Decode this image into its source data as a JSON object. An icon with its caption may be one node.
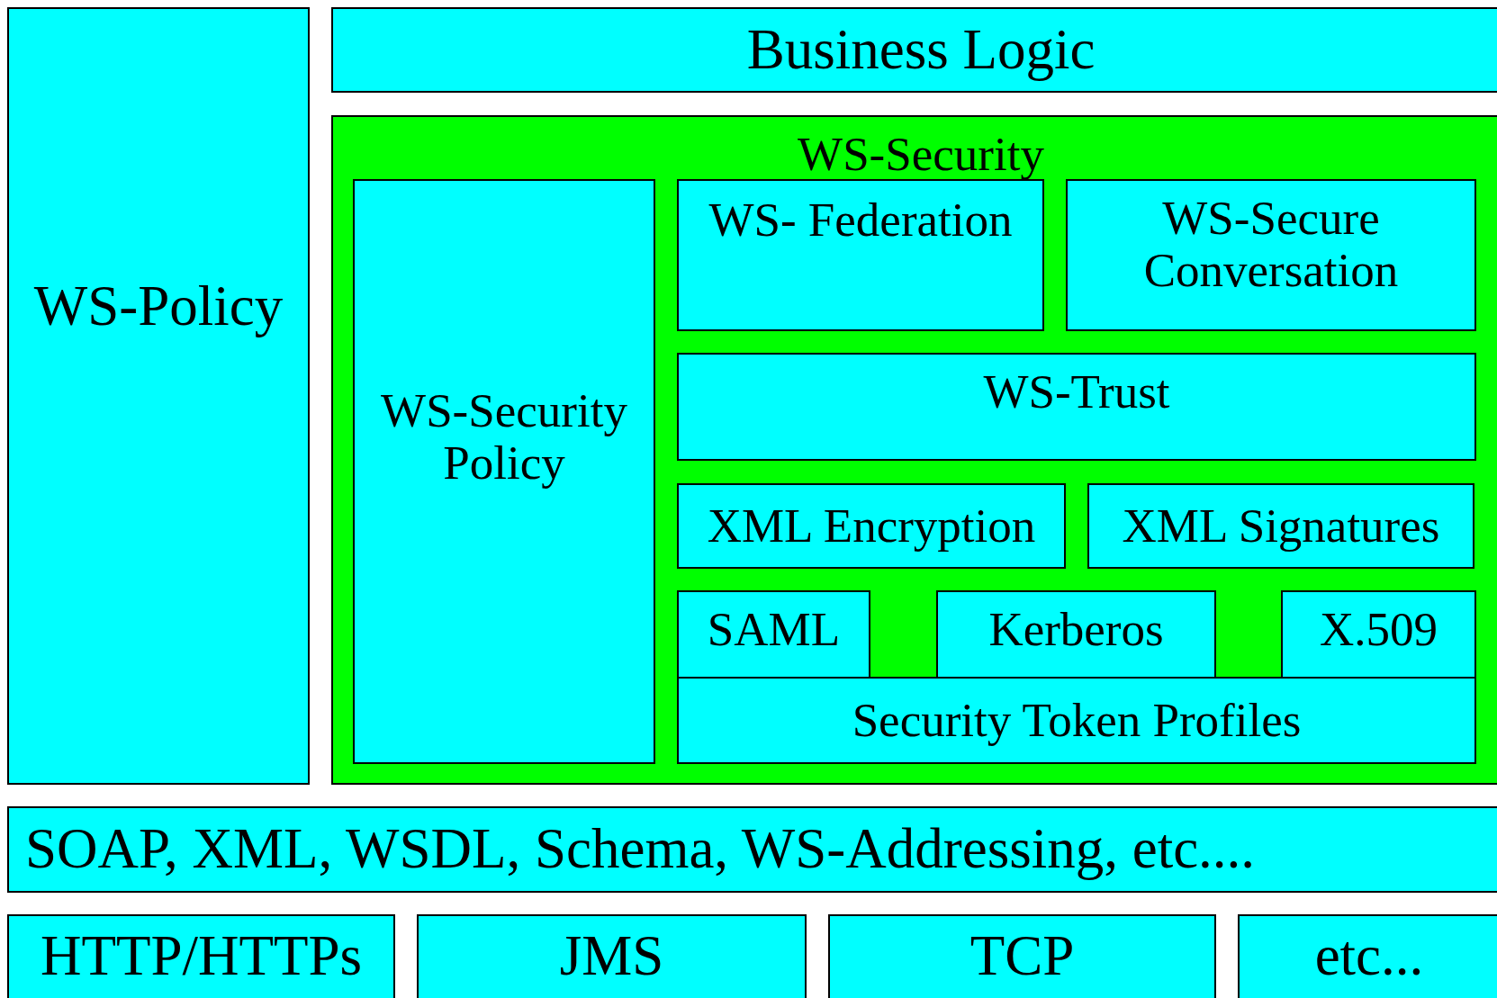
{
  "diagram": {
    "nodes": [
      {
        "text": [
          "WS-Policy"
        ]
      },
      {
        "text": [
          "Business Logic"
        ]
      },
      {
        "text": [
          "WS-Security"
        ]
      },
      {
        "text": [
          "WS-Security Policy"
        ],
        "in": 2
      },
      {
        "text": [
          "WS- Federation"
        ],
        "in": 2
      },
      {
        "text": [
          "WS-Secure Conversation"
        ],
        "in": 2
      },
      {
        "text": [
          "WS-Trust"
        ],
        "in": 2
      },
      {
        "text": [
          "XML Encryption"
        ],
        "in": 2
      },
      {
        "text": [
          "XML Signatures"
        ],
        "in": 2
      },
      {
        "text": [
          "SAML"
        ],
        "in": 2
      },
      {
        "text": [
          "Kerberos"
        ],
        "in": 2
      },
      {
        "text": [
          "X.509"
        ],
        "in": 2
      },
      {
        "text": [
          "Security Token Profiles"
        ],
        "in": 2
      },
      {
        "text": [
          "SOAP, XML, WSDL, Schema, WS-Addressing, etc...."
        ]
      },
      {
        "text": [
          "HTTP/HTTPs"
        ]
      },
      {
        "text": [
          "JMS"
        ]
      },
      {
        "text": [
          "TCP"
        ]
      },
      {
        "text": [
          "etc..."
        ]
      }
    ]
  }
}
